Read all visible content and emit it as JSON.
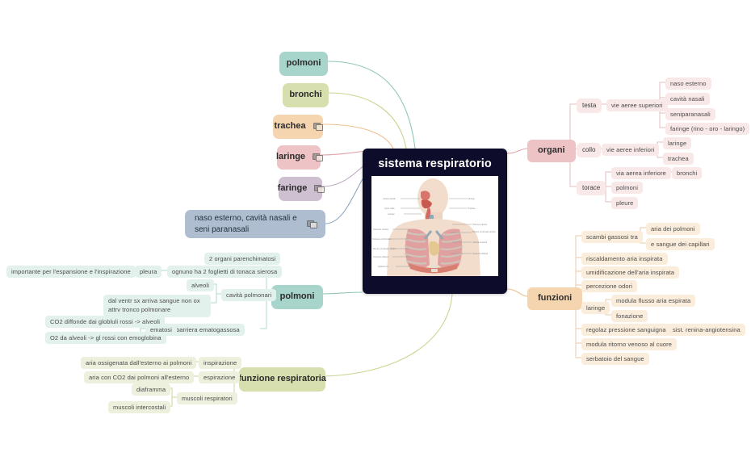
{
  "center": {
    "title": "sistema respiratorio",
    "image_alt": "anatomia apparato respiratorio",
    "bg_color": "#0d0d2b"
  },
  "left_chips": [
    {
      "label": "polmoni",
      "color": "#a8d5cb",
      "attachment": false
    },
    {
      "label": "bronchi",
      "color": "#d8dfae",
      "attachment": false
    },
    {
      "label": "trachea",
      "color": "#f4d5b0",
      "attachment": true
    },
    {
      "label": "laringe",
      "color": "#eec3c6",
      "attachment": true
    },
    {
      "label": "faringe",
      "color": "#cfc0d1",
      "attachment": true
    },
    {
      "label": "naso esterno, cavità nasali e seni paranasali",
      "color": "#aebed0",
      "attachment": true
    }
  ],
  "organi": {
    "root": "organi",
    "color": "#eec3c6",
    "testa": "testa",
    "collo": "collo",
    "torace": "torace",
    "vie_aeree_superiori": "vie aeree superiori",
    "vie_aeree_inferiori": "vie aeree inferiori",
    "via_aerea_inferiore": "via aerea inferiore",
    "superiori_items": [
      "naso esterno",
      "cavità nasali",
      "seniparanasali",
      "faringe (rino - oro - laringo)"
    ],
    "inferiori_items": [
      "laringe",
      "trachea"
    ],
    "torace_bronchi": "bronchi",
    "torace_polmoni": "polmoni",
    "torace_pleure": "pleure"
  },
  "funzioni": {
    "root": "funzioni",
    "color": "#f4d5b0",
    "scambi": "scambi gassosi tra",
    "scambi_items": [
      "aria dei polmoni",
      "e sangue dei capillari"
    ],
    "riscaldamento": "riscaldamento aria inspirata",
    "umidificazione": "umidificazione dell'aria inspirata",
    "percezione": "percezione odori",
    "laringe": "laringe",
    "laringe_items": [
      "modula flusso aria espirata",
      "fonazione"
    ],
    "regolaz": "regolaz pressione sanguigna",
    "regolaz_sub": "sist. renina-angiotensina",
    "ritorno": "modula ritorno venoso al cuore",
    "serbatoio": "serbatoio del sangue"
  },
  "polmoni_branch": {
    "root": "polmoni",
    "color": "#a8d5cb",
    "organi_parenchimatosi": "2 organi parenchimatosi",
    "foglietti": "ognuno ha 2 foglietti di tonaca sierosa",
    "pleura": "pleura",
    "pleura_desc": "importante per l'espansione e l'inspirazione",
    "cavita_polmonari": "cavità polmonari",
    "alveoli": "alveoli",
    "ventricolo": "dal ventr sx arriva sangue non ox attrv tronco polmonare",
    "barriera": "barriera ematogassosa",
    "ematosi": "ematosi",
    "co2": "CO2 diffonde dai globluli rossi -> alveoli",
    "o2": "O2 da alveoli -> gl rossi con emoglobina"
  },
  "funzione_respiratoria": {
    "root": "funzione respiratoria",
    "color": "#d8dfae",
    "inspirazione": "inspirazione",
    "inspirazione_desc": "aria ossigenata dall'esterno ai polmoni",
    "espirazione": "espirazione",
    "espirazione_desc": "aria con CO2 dai polmoni all'esterno",
    "muscoli": "muscoli respiratori",
    "diaframma": "diaframma",
    "intercostali": "muscoli intercostali"
  }
}
